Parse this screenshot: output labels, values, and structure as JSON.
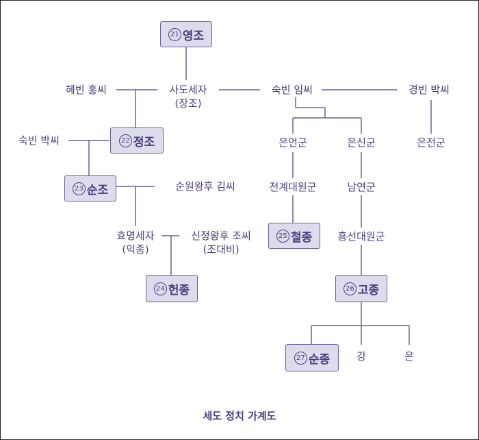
{
  "diagram": {
    "caption": "세도 정치 가계도",
    "line_color": "#6a5f99",
    "box_fill": "#dddcec",
    "text_color": "#4a3b7f",
    "kings": [
      {
        "id": "yeongjo",
        "num": "21",
        "name": "영조"
      },
      {
        "id": "jeongjo",
        "num": "22",
        "name": "정조"
      },
      {
        "id": "sunjo",
        "num": "23",
        "name": "순조"
      },
      {
        "id": "heonjong",
        "num": "24",
        "name": "헌종"
      },
      {
        "id": "cheoljong",
        "num": "25",
        "name": "철종"
      },
      {
        "id": "gojong",
        "num": "26",
        "name": "고종"
      },
      {
        "id": "sunjong",
        "num": "27",
        "name": "순종"
      }
    ],
    "people": [
      {
        "id": "hyebin",
        "name": "혜빈 홍씨"
      },
      {
        "id": "sado",
        "name": "사도세자",
        "sub": "(장조)"
      },
      {
        "id": "sukbin_im",
        "name": "숙빈 임씨"
      },
      {
        "id": "gyeongbin",
        "name": "경빈 박씨"
      },
      {
        "id": "subin",
        "name": "숙빈 박씨"
      },
      {
        "id": "euneon",
        "name": "은언군"
      },
      {
        "id": "eunsin",
        "name": "은신군"
      },
      {
        "id": "eunjeon",
        "name": "은전군"
      },
      {
        "id": "sunwon",
        "name": "순원왕후 김씨"
      },
      {
        "id": "jeongye",
        "name": "전계대원군"
      },
      {
        "id": "namyeon",
        "name": "남연군"
      },
      {
        "id": "hyomyeong",
        "name": "효명세자",
        "sub": "(익종)"
      },
      {
        "id": "sinjeong",
        "name": "신정왕후 조씨",
        "sub": "(조대비)"
      },
      {
        "id": "heungseon",
        "name": "흥선대원군"
      },
      {
        "id": "gang",
        "name": "강"
      },
      {
        "id": "eun",
        "name": "은"
      }
    ]
  }
}
